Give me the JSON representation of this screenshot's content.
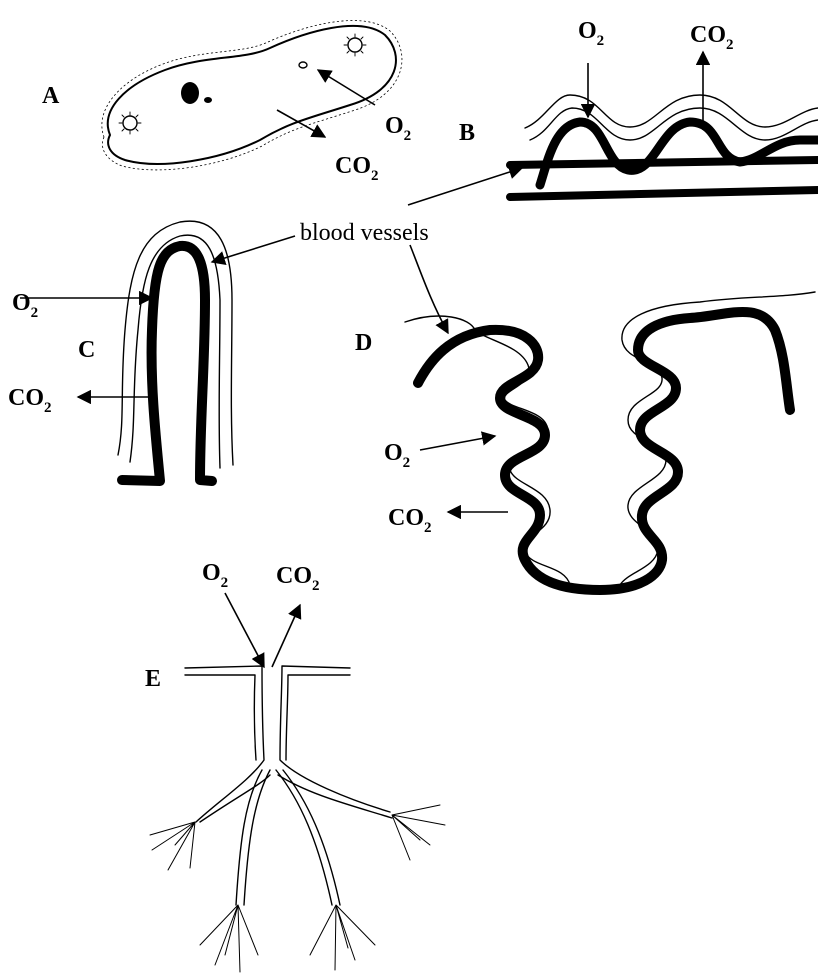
{
  "panels": {
    "A": {
      "letter": "A",
      "gas_in": "O",
      "gas_in_sub": "2",
      "gas_out": "CO",
      "gas_out_sub": "2"
    },
    "B": {
      "letter": "B",
      "gas_in": "O",
      "gas_in_sub": "2",
      "gas_out": "CO",
      "gas_out_sub": "2"
    },
    "C": {
      "letter": "C",
      "gas_in": "O",
      "gas_in_sub": "2",
      "gas_out": "CO",
      "gas_out_sub": "2"
    },
    "D": {
      "letter": "D",
      "gas_in": "O",
      "gas_in_sub": "2",
      "gas_out": "CO",
      "gas_out_sub": "2"
    },
    "E": {
      "letter": "E",
      "gas_in": "O",
      "gas_in_sub": "2",
      "gas_out": "CO",
      "gas_out_sub": "2"
    }
  },
  "shared_label": "blood vessels"
}
